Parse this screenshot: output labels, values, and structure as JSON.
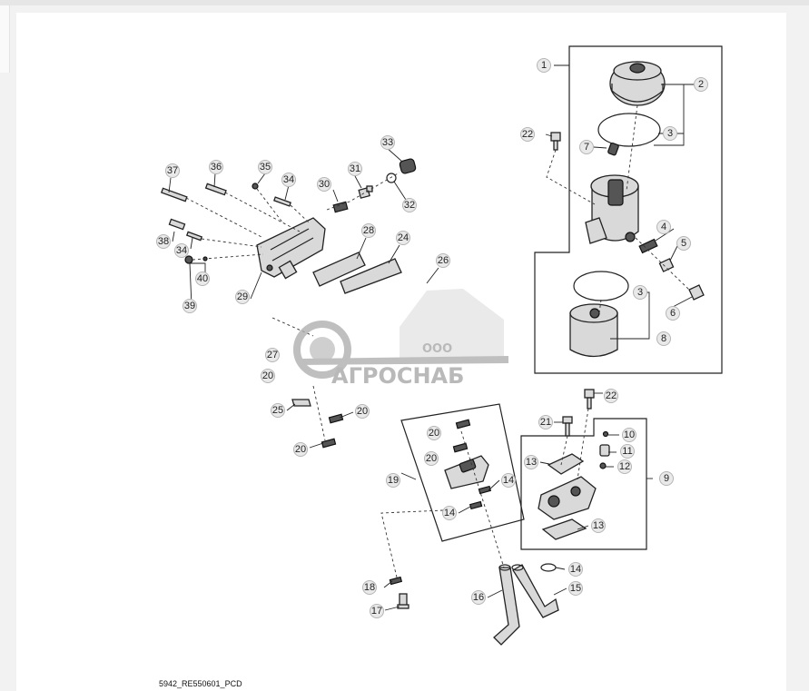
{
  "diagram": {
    "footer_code": "5942_RE550601_PCD",
    "callouts": [
      "1",
      "2",
      "3",
      "3",
      "4",
      "5",
      "6",
      "7",
      "8",
      "9",
      "10",
      "11",
      "12",
      "13",
      "13",
      "14",
      "14",
      "14",
      "14",
      "15",
      "16",
      "17",
      "18",
      "19",
      "20",
      "20",
      "20",
      "20",
      "20",
      "21",
      "22",
      "22",
      "24",
      "25",
      "26",
      "27",
      "28",
      "29",
      "30",
      "31",
      "32",
      "33",
      "34",
      "34",
      "35",
      "36",
      "37",
      "38",
      "39",
      "40"
    ]
  },
  "watermark": {
    "company_prefix": "ООО",
    "company_name": "АГРОСНАБ",
    "color": "#b0b0b0"
  }
}
